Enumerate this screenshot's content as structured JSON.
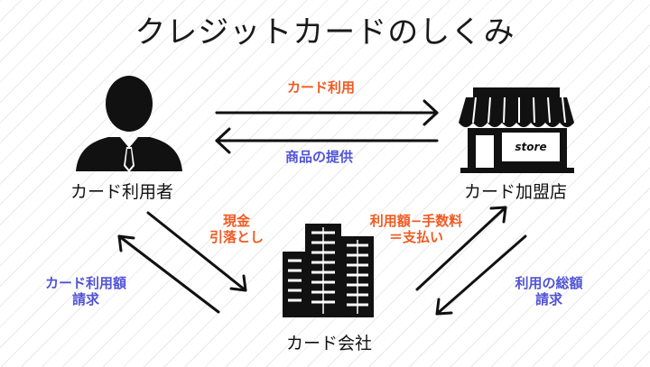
{
  "title": "クレジットカードのしくみ",
  "actors": {
    "user": "カード利用者",
    "merchant": "カード加盟店",
    "company": "カード会社"
  },
  "store_sign": "store",
  "flows": {
    "card_use": "カード利用",
    "product_provision": "商品の提供",
    "withdrawal_line1": "現金",
    "withdrawal_line2": "引落とし",
    "billing_user_line1": "カード利用額",
    "billing_user_line2": "請求",
    "payment_line1": "利用額−手数料",
    "payment_line2": "＝支払い",
    "billing_total_line1": "利用の総額",
    "billing_total_line2": "請求"
  },
  "colors": {
    "accent_orange": "#f05a22",
    "accent_blue": "#5154d6"
  },
  "icons": [
    "businessman-icon",
    "store-icon",
    "office-building-icon"
  ]
}
